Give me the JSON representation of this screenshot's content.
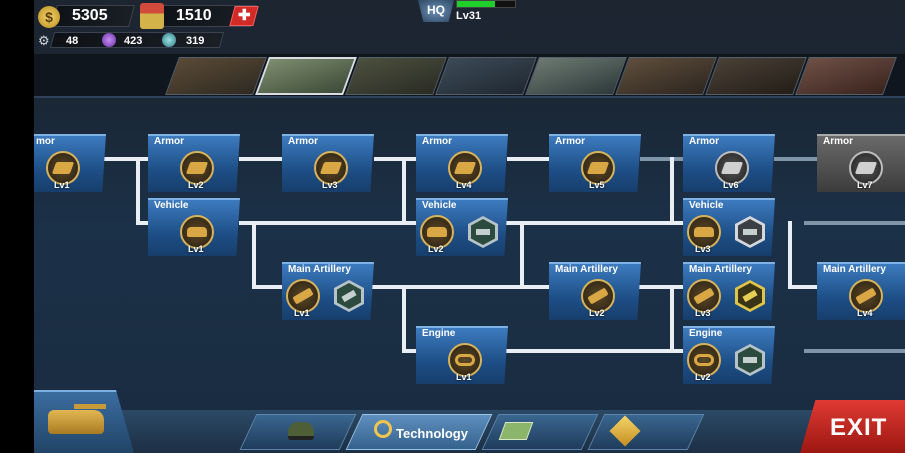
{
  "resources": {
    "gold": "5305",
    "medals": "1510",
    "gears": "48",
    "energy": "423",
    "parts": "319"
  },
  "hq": {
    "badge": "HQ",
    "level": "Lv31",
    "progress": 0.65
  },
  "tabs": {
    "technology_label": "Technology",
    "exit_label": "EXIT"
  },
  "nodes": [
    {
      "id": "armor1",
      "title": "mor",
      "level": "Lv1"
    },
    {
      "id": "armor2",
      "title": "Armor",
      "level": "Lv2"
    },
    {
      "id": "armor3",
      "title": "Armor",
      "level": "Lv3"
    },
    {
      "id": "armor4",
      "title": "Armor",
      "level": "Lv4"
    },
    {
      "id": "armor5",
      "title": "Armor",
      "level": "Lv5"
    },
    {
      "id": "armor6",
      "title": "Armor",
      "level": "Lv6"
    },
    {
      "id": "armor7",
      "title": "Armor",
      "level": "Lv7"
    },
    {
      "id": "vehicle1",
      "title": "Vehicle",
      "level": "Lv1"
    },
    {
      "id": "vehicle2",
      "title": "Vehicle",
      "level": "Lv2"
    },
    {
      "id": "vehicle3",
      "title": "Vehicle",
      "level": "Lv3"
    },
    {
      "id": "artillery1",
      "title": "Main Artillery",
      "level": "Lv1"
    },
    {
      "id": "artillery2",
      "title": "Main Artillery",
      "level": "Lv2"
    },
    {
      "id": "artillery3",
      "title": "Main Artillery",
      "level": "Lv3"
    },
    {
      "id": "artillery4",
      "title": "Main Artillery",
      "level": "Lv4"
    },
    {
      "id": "engine1",
      "title": "Engine",
      "level": "Lv1"
    },
    {
      "id": "engine2",
      "title": "Engine",
      "level": "Lv2"
    }
  ],
  "colors": {
    "accent_gold": "#d7b35b",
    "exit_red": "#d1302a",
    "node_blue": "#2d66a4",
    "hq_green": "#1fcf2a"
  },
  "icons": [
    "gold-coin-icon",
    "medal-icon",
    "gear-icon",
    "energy-icon",
    "parts-icon",
    "armor-plate-icon",
    "tank-icon",
    "cannon-icon",
    "engine-icon",
    "magnifier-icon",
    "officer-cap-icon",
    "map-icon",
    "diamond-icon"
  ]
}
